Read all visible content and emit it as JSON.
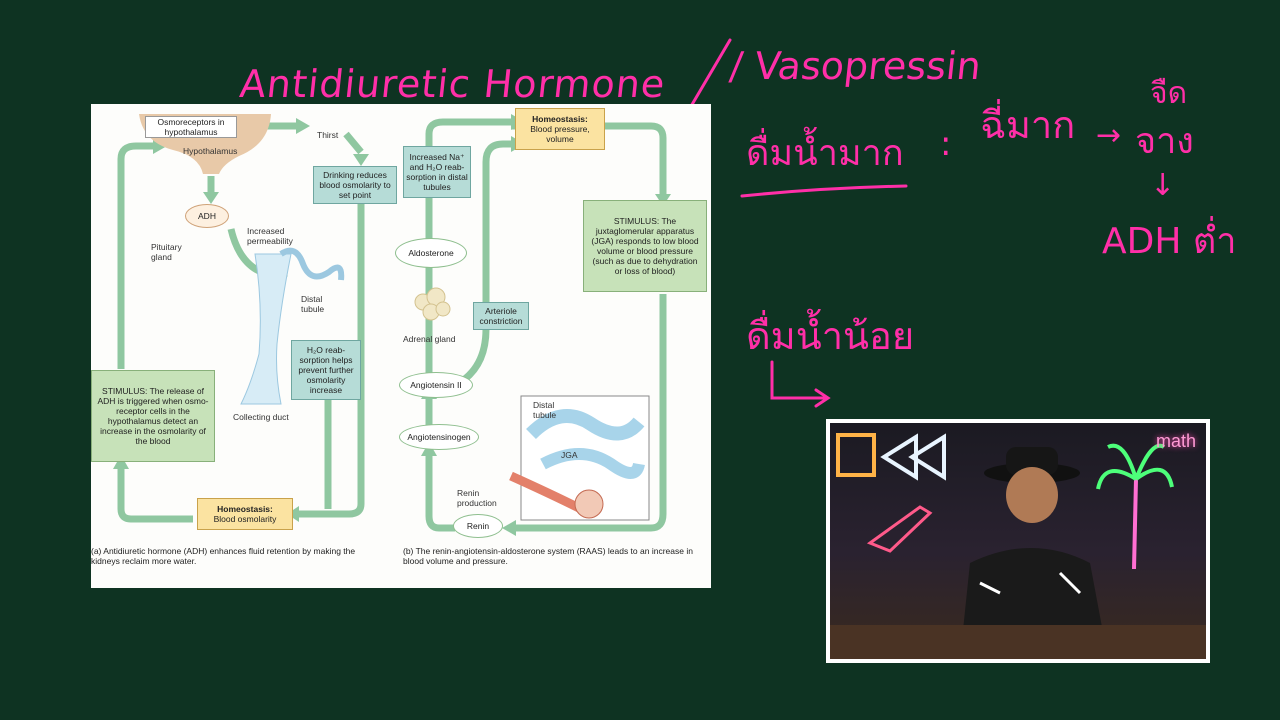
{
  "handwriting": {
    "adh_title": "Antidiuretic Hormone",
    "vaso": "/ Vasopressin",
    "drink_much": "ดื่มน้ำมาก",
    "colon": ":",
    "pee_much": "ฉี่มาก",
    "arrow1": "→",
    "dilute_top": "จืด",
    "dilute": "จาง",
    "down": "↓",
    "adh_low": "ADH ต่ำ",
    "drink_little": "ดื่มน้ำน้อย",
    "bracket": "L→"
  },
  "diagram": {
    "left": {
      "osmoreceptors": "Osmoreceptors in hypothalamus",
      "hypothalamus": "Hypothalamus",
      "thirst": "Thirst",
      "drinking": "Drinking reduces blood osmolarity to set point",
      "adh": "ADH",
      "pituitary": "Pituitary gland",
      "increased_perm": "Increased permeability",
      "distal_tubule": "Distal tubule",
      "h2o_reab": "H₂O reab-sorption helps prevent further osmolarity increase",
      "collecting_duct": "Collecting duct",
      "stimulus": "STIMULUS: The release of ADH is triggered when osmo-receptor cells in the hypothalamus detect an increase in the osmolarity of the blood",
      "homeostasis_title": "Homeostasis:",
      "homeostasis_text": "Blood osmolarity",
      "caption": "(a) Antidiuretic hormone (ADH) enhances fluid retention by making the kidneys reclaim more water."
    },
    "right": {
      "homeostasis_title": "Homeostasis:",
      "homeostasis_text": "Blood pressure, volume",
      "na_box": "Increased Na⁺ and H₂O reab-sorption in distal tubules",
      "aldosterone": "Aldosterone",
      "adrenal": "Adrenal gland",
      "arteriole": "Arteriole constriction",
      "angiotensin2": "Angiotensin II",
      "angiotensinogen": "Angiotensinogen",
      "renin_production": "Renin production",
      "renin": "Renin",
      "distal_tubule": "Distal tubule",
      "jga": "JGA",
      "stimulus": "STIMULUS: The juxtaglomerular apparatus (JGA) responds to low blood volume or blood pressure (such as due to dehydration or loss of blood)",
      "caption": "(b) The renin-angiotensin-aldosterone system (RAAS) leads to an increase in blood volume and pressure."
    }
  },
  "webcam": {
    "neon_text": "math"
  },
  "colors": {
    "background": "#0e3322",
    "ink": "#ff2fa8",
    "arrow_green": "#8fc7a0"
  }
}
